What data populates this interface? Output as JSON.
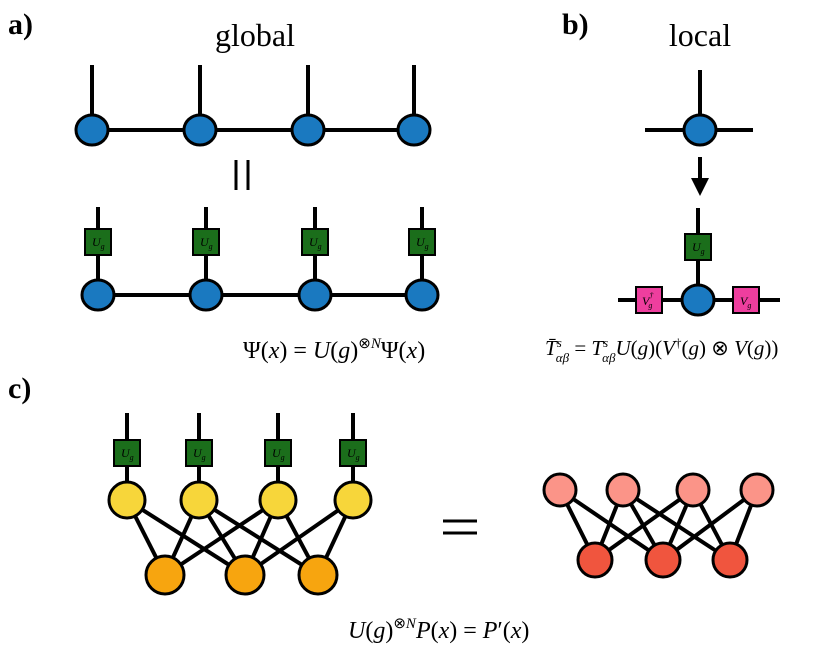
{
  "panels": {
    "a": {
      "label": "a)",
      "title": "global"
    },
    "b": {
      "label": "b)",
      "title": "local"
    },
    "c": {
      "label": "c)"
    }
  },
  "gates": {
    "U": "U",
    "V_dagger": "V",
    "V": "V",
    "sub": "g",
    "dagger_sup": "†"
  },
  "equations": {
    "a": "Ψ(x) = U(g)⊗NΨ(x)",
    "b": "T̄sαβ = Tsαβ U(g)(V†(g) ⊗ V(g))",
    "c": "U(g)⊗N P(x) = P′(x)"
  },
  "symbols": {
    "parallel_equals": "||",
    "equals": "="
  },
  "colors": {
    "blue_node": "#1a79c0",
    "green_gate": "#1b6e1b",
    "pink_gate": "#ee3e9e",
    "yellow_node": "#f7d63a",
    "orange_node": "#f7a50f",
    "light_red_node": "#fb9488",
    "red_node": "#f0553e"
  }
}
